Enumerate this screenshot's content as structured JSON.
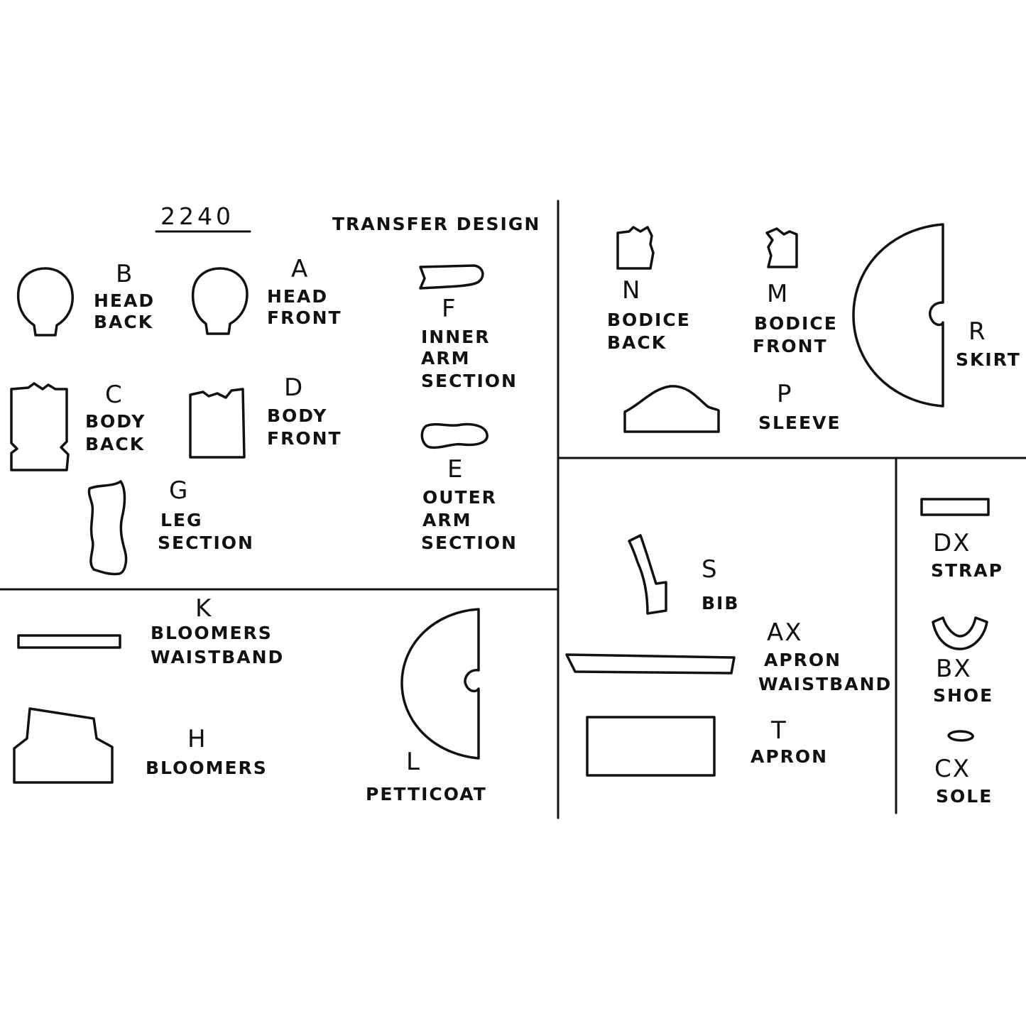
{
  "header": {
    "pattern_number": "2240",
    "title": "TRANSFER DESIGN"
  },
  "pieces": {
    "B": {
      "letter": "B",
      "lines": [
        "HEAD",
        "BACK"
      ]
    },
    "A": {
      "letter": "A",
      "lines": [
        "HEAD",
        "FRONT"
      ]
    },
    "F": {
      "letter": "F",
      "lines": [
        "INNER",
        "ARM",
        "SECTION"
      ]
    },
    "C": {
      "letter": "C",
      "lines": [
        "BODY",
        "BACK"
      ]
    },
    "D": {
      "letter": "D",
      "lines": [
        "BODY",
        "FRONT"
      ]
    },
    "E": {
      "letter": "E",
      "lines": [
        "OUTER",
        "ARM",
        "SECTION"
      ]
    },
    "G": {
      "letter": "G",
      "lines": [
        "LEG",
        "SECTION"
      ]
    },
    "K": {
      "letter": "K",
      "lines": [
        "BLOOMERS",
        "WAISTBAND"
      ]
    },
    "H": {
      "letter": "H",
      "lines": [
        "BLOOMERS"
      ]
    },
    "L": {
      "letter": "L",
      "lines": [
        "PETTICOAT"
      ]
    },
    "N": {
      "letter": "N",
      "lines": [
        "BODICE",
        "BACK"
      ]
    },
    "M": {
      "letter": "M",
      "lines": [
        "BODICE",
        "FRONT"
      ]
    },
    "R": {
      "letter": "R",
      "lines": [
        "SKIRT"
      ]
    },
    "P": {
      "letter": "P",
      "lines": [
        "SLEEVE"
      ]
    },
    "S": {
      "letter": "S",
      "lines": [
        "BIB"
      ]
    },
    "AX": {
      "letter": "AX",
      "lines": [
        "APRON",
        "WAISTBAND"
      ]
    },
    "T": {
      "letter": "T",
      "lines": [
        "APRON"
      ]
    },
    "DX": {
      "letter": "DX",
      "lines": [
        "STRAP"
      ]
    },
    "BX": {
      "letter": "BX",
      "lines": [
        "SHOE"
      ]
    },
    "CX": {
      "letter": "CX",
      "lines": [
        "SOLE"
      ]
    }
  }
}
